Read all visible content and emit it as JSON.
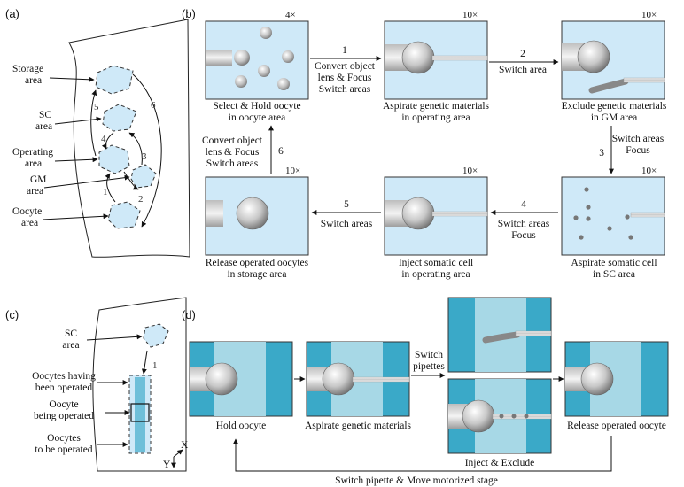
{
  "panel_a": {
    "label": "(a)",
    "areas": [
      {
        "id": "storage",
        "line1": "Storage",
        "line2": "area"
      },
      {
        "id": "sc",
        "line1": "SC",
        "line2": "area"
      },
      {
        "id": "operating",
        "line1": "Operating",
        "line2": "area"
      },
      {
        "id": "gm",
        "line1": "GM",
        "line2": "area"
      },
      {
        "id": "oocyte",
        "line1": "Oocyte",
        "line2": "area"
      }
    ],
    "numbers": [
      "1",
      "2",
      "3",
      "4",
      "5",
      "6"
    ]
  },
  "panel_b": {
    "label": "(b)",
    "steps": [
      {
        "mag": "4×",
        "cap1": "Select & Hold oocyte",
        "cap2": "in oocyte area"
      },
      {
        "mag": "10×",
        "cap1": "Aspirate genetic materials",
        "cap2": "in operating area"
      },
      {
        "mag": "10×",
        "cap1": "Exclude genetic materials",
        "cap2": "in GM area"
      },
      {
        "mag": "10×",
        "cap1": "Aspirate somatic cell",
        "cap2": "in SC area"
      },
      {
        "mag": "10×",
        "cap1": "Inject somatic cell",
        "cap2": "in operating area"
      },
      {
        "mag": "10×",
        "cap1": "Release operated oocytes",
        "cap2": "in storage area"
      }
    ],
    "arrows": [
      {
        "num": "1",
        "l1": "Convert object",
        "l2": "lens & Focus",
        "l3": "Switch areas"
      },
      {
        "num": "2",
        "l1": "Switch area"
      },
      {
        "num": "3",
        "l1": "Switch areas",
        "l2": "Focus"
      },
      {
        "num": "4",
        "l1": "Switch areas",
        "l2": "Focus"
      },
      {
        "num": "5",
        "l1": "Switch areas"
      },
      {
        "num": "6",
        "l1": "Convert object",
        "l2": "lens & Focus",
        "l3": "Switch areas"
      }
    ]
  },
  "panel_c": {
    "label": "(c)",
    "sc_l1": "SC",
    "sc_l2": "area",
    "op_l1": "Oocytes having",
    "op_l2": "been operated",
    "being_l1": "Oocyte",
    "being_l2": "being operated",
    "tobe_l1": "Oocytes",
    "tobe_l2": "to be operated",
    "num": "1",
    "axis_x": "X",
    "axis_y": "Y"
  },
  "panel_d": {
    "label": "(d)",
    "hold": "Hold oocyte",
    "aspirate": "Aspirate genetic materials",
    "switch_l1": "Switch",
    "switch_l2": "pipettes",
    "inject": "Inject & Exclude",
    "release": "Release operated oocyte",
    "bottom": "Switch pipette & Move motorized stage"
  },
  "colors": {
    "panel_fill": "#cfe9f8",
    "channel_outer": "#3aa9c8",
    "channel_inner": "#a7d8e6",
    "area_fill": "#cfe9f8",
    "arrow": "#111"
  }
}
